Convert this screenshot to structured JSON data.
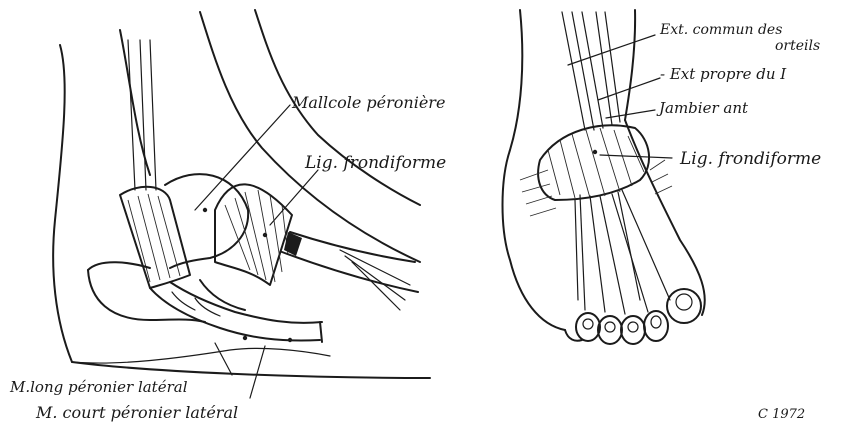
{
  "left_figure": {
    "labels": {
      "malleole": "Mallcole péronière",
      "lig_frondiforme": "Lig. frondiforme",
      "long_peronier": "M.long péronier latéral",
      "court_peronier": "M. court péronier latéral"
    }
  },
  "right_figure": {
    "labels": {
      "ext_commun_line1": "Ext. commun des",
      "ext_commun_line2": "orteils",
      "ext_propre": "- Ext propre du I",
      "jambier": "Jambier ant",
      "lig_frondiforme": "Lig. frondiforme"
    }
  },
  "signature": "C 1972"
}
